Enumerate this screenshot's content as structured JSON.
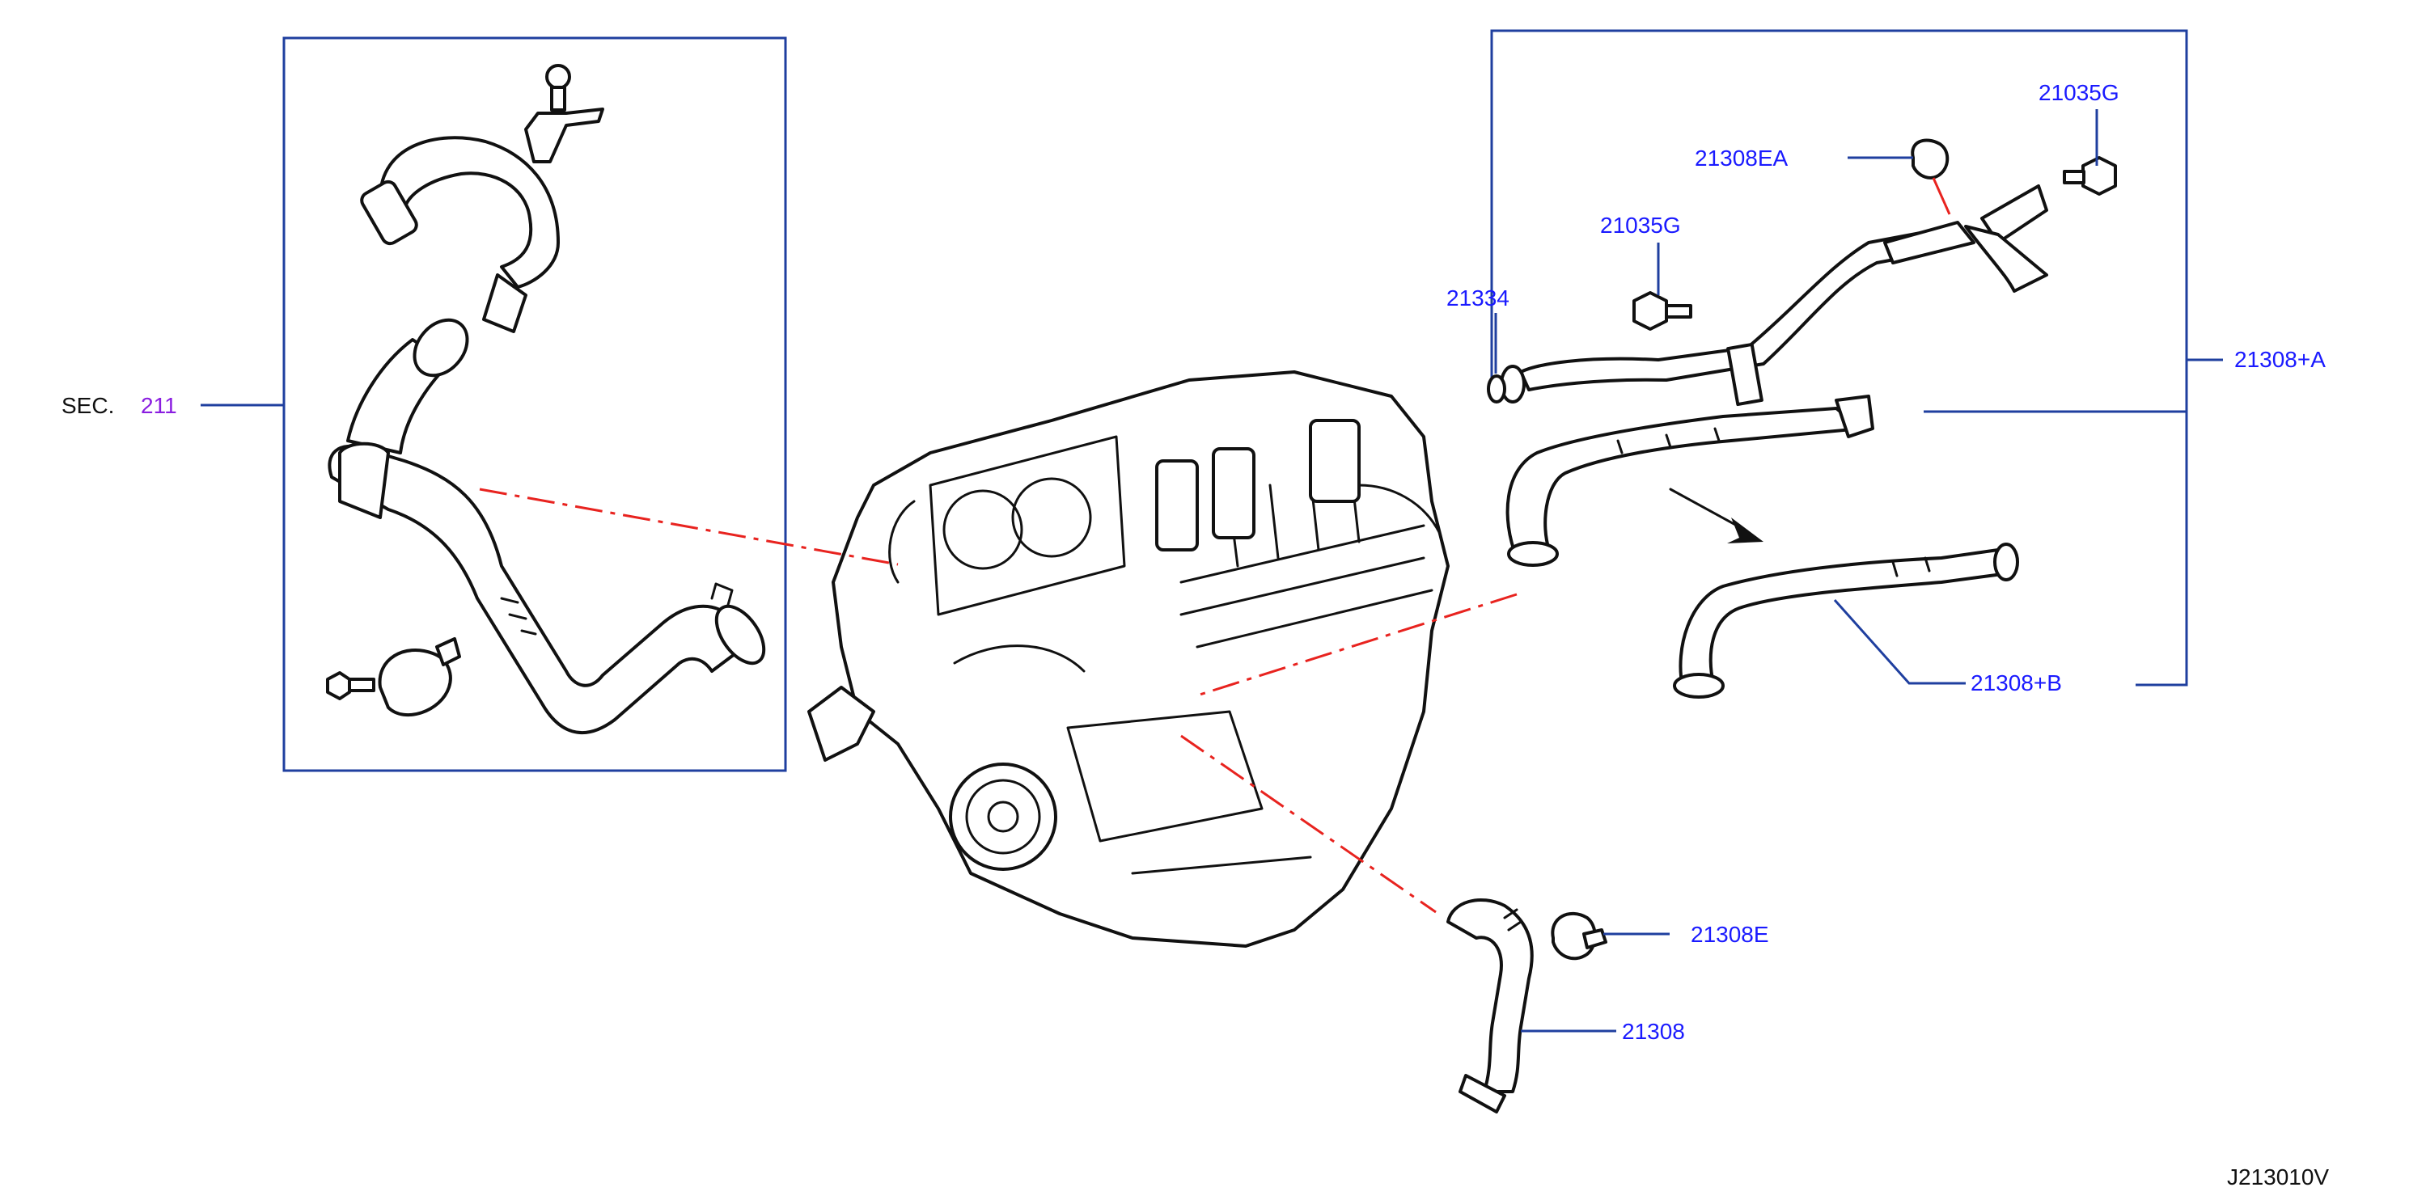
{
  "labels": {
    "sec_prefix": "SEC.",
    "sec_number": "211",
    "p21308ea": "21308EA",
    "p21035g_top": "21035G",
    "p21035g_mid": "21035G",
    "p21334": "21334",
    "p21308a": "21308+A",
    "p21308b": "21308+B",
    "p21308e": "21308E",
    "p21308": "21308",
    "diagram_id": "J213010V"
  },
  "colors": {
    "callout_text": "#1a1aff",
    "section_ref": "#8a1de0",
    "leader_line": "#1f3f9f",
    "reference_line": "#e8231f",
    "outline": "#111111"
  }
}
